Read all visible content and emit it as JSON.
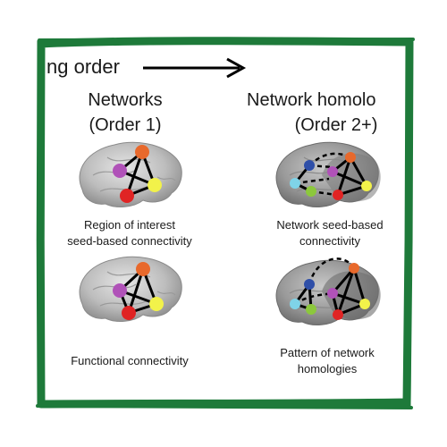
{
  "header": {
    "order_label": "ng order"
  },
  "columns": {
    "networks": {
      "title_line1": "Networks",
      "title_line2": "(Order 1)",
      "top_caption_line1": "Region of interest",
      "top_caption_line2": "seed-based connectivity",
      "bottom_caption": "Functional connectivity"
    },
    "homologies": {
      "title_line1": "Network homolo",
      "title_line2": "(Order 2+)",
      "top_caption_line1": "Network seed-based",
      "top_caption_line2": "connectivity",
      "bottom_caption_line1": "Pattern of network",
      "bottom_caption_line2": "homologies"
    }
  },
  "colors": {
    "frame_green": "#1e7a3a",
    "node_orange": "#e8692c",
    "node_purple": "#b052b8",
    "node_red": "#e02424",
    "node_yellow": "#f2f24a",
    "node_blue": "#2f4fa8",
    "node_cyan": "#7fd3e8",
    "node_green": "#8cc83c",
    "brain_gray": "#b9b9b9"
  }
}
